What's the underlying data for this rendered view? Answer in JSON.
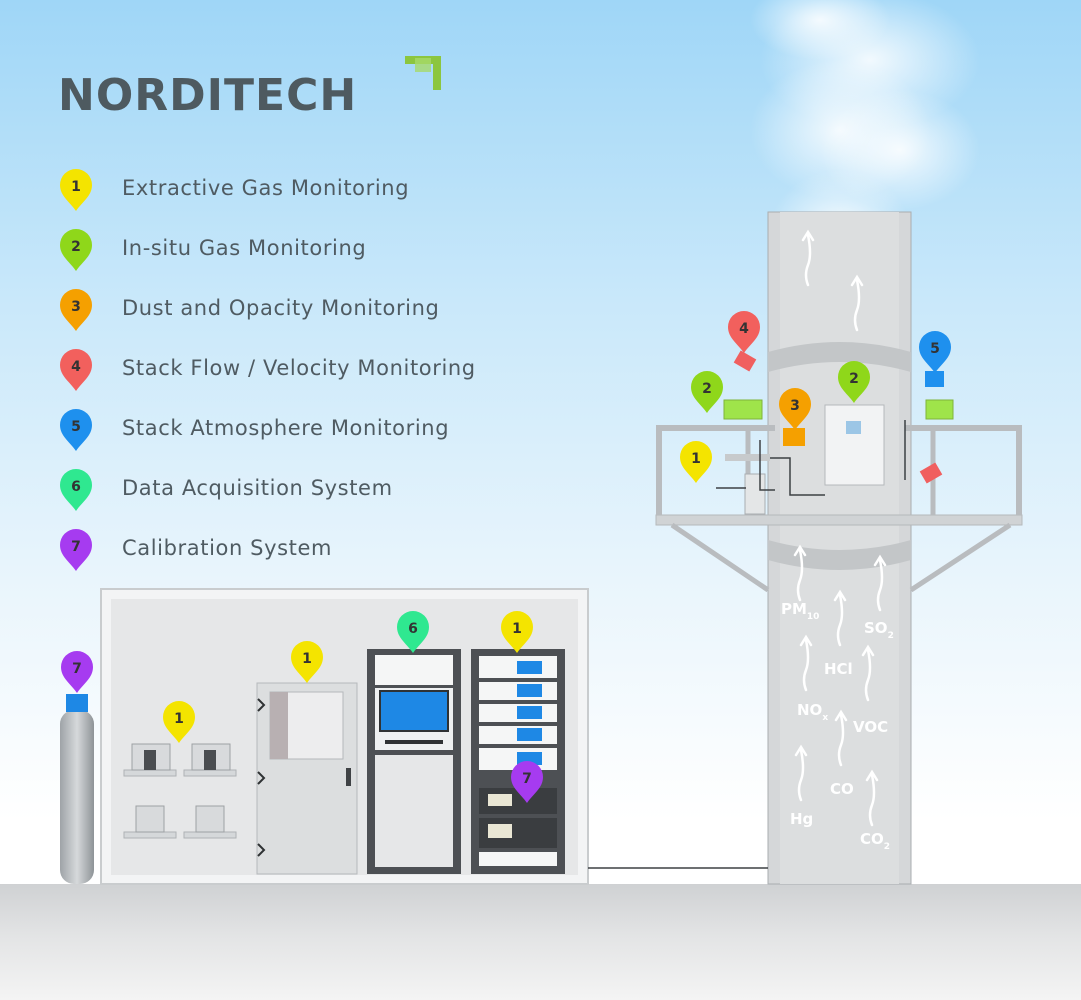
{
  "brand": {
    "logo_text": "NORDITECH"
  },
  "legend": [
    {
      "num": "1",
      "label": "Extractive Gas Monitoring",
      "color": "#f4e400"
    },
    {
      "num": "2",
      "label": "In-situ Gas Monitoring",
      "color": "#8fd71a"
    },
    {
      "num": "3",
      "label": "Dust and Opacity Monitoring",
      "color": "#f5a000"
    },
    {
      "num": "4",
      "label": "Stack Flow / Velocity Monitoring",
      "color": "#f2605d"
    },
    {
      "num": "5",
      "label": "Stack Atmosphere Monitoring",
      "color": "#1e90ee"
    },
    {
      "num": "6",
      "label": "Data Acquisition System",
      "color": "#2fe890"
    },
    {
      "num": "7",
      "label": "Calibration System",
      "color": "#a63bf0"
    }
  ],
  "stack_gases": [
    {
      "name": "PM",
      "sub": "10"
    },
    {
      "name": "SO",
      "sub": "2"
    },
    {
      "name": "HCl",
      "sub": ""
    },
    {
      "name": "NO",
      "sub": "x"
    },
    {
      "name": "VOC",
      "sub": ""
    },
    {
      "name": "CO",
      "sub": ""
    },
    {
      "name": "Hg",
      "sub": ""
    },
    {
      "name": "CO",
      "sub": "2"
    }
  ],
  "markers": [
    {
      "num": "1",
      "target": "cylinder-rack-group"
    },
    {
      "num": "1",
      "target": "sample-cabinet"
    },
    {
      "num": "6",
      "target": "das-rack"
    },
    {
      "num": "1",
      "target": "analyzer-rack"
    },
    {
      "num": "7",
      "target": "calibration-module"
    },
    {
      "num": "7",
      "target": "gas-cylinder"
    },
    {
      "num": "4",
      "target": "flow-probe-left"
    },
    {
      "num": "2",
      "target": "insitu-analyzer-left"
    },
    {
      "num": "3",
      "target": "dust-monitor"
    },
    {
      "num": "2",
      "target": "insitu-cabinet"
    },
    {
      "num": "5",
      "target": "atmosphere-sensor"
    },
    {
      "num": "1",
      "target": "extractive-probe"
    }
  ]
}
